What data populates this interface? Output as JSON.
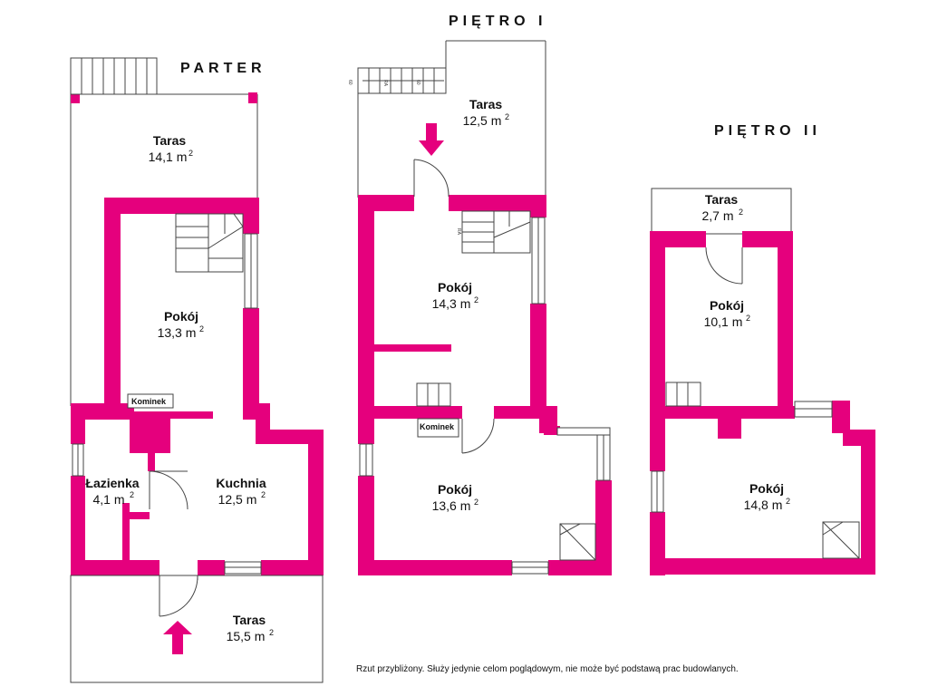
{
  "titles": {
    "parter": "PARTER",
    "pietro1": "PIĘTRO I",
    "pietro2": "PIĘTRO II"
  },
  "rooms": {
    "parter_taras_top": {
      "name": "Taras",
      "area": "14,1 m",
      "sup": "2"
    },
    "parter_pokoj": {
      "name": "Pokój",
      "area": "13,3 m",
      "sup": "2"
    },
    "parter_lazienka": {
      "name": "Łazienka",
      "area": "4,1 m",
      "sup": "2"
    },
    "parter_kuchnia": {
      "name": "Kuchnia",
      "area": "12,5 m",
      "sup": "2"
    },
    "parter_taras_bottom": {
      "name": "Taras",
      "area": "15,5 m",
      "sup": "2"
    },
    "p1_taras": {
      "name": "Taras",
      "area": "12,5 m",
      "sup": "2"
    },
    "p1_pokoj_top": {
      "name": "Pokój",
      "area": "14,3 m",
      "sup": "2"
    },
    "p1_pokoj_bottom": {
      "name": "Pokój",
      "area": "13,6 m",
      "sup": "2"
    },
    "p2_taras": {
      "name": "Taras",
      "area": "2,7 m",
      "sup": "2"
    },
    "p2_pokoj_top": {
      "name": "Pokój",
      "area": "10,1 m",
      "sup": "2"
    },
    "p2_pokoj_bottom": {
      "name": "Pokój",
      "area": "14,8 m",
      "sup": "2"
    }
  },
  "fireplace_label": "Kominek",
  "stair_marks": [
    "60",
    "RA"
  ],
  "disclaimer": "Rzut przybliżony. Służy jedynie celom poglądowym, nie może być podstawą prac budowlanych.",
  "colors": {
    "wall": "#e5007d",
    "line": "#444444",
    "background": "#ffffff"
  }
}
